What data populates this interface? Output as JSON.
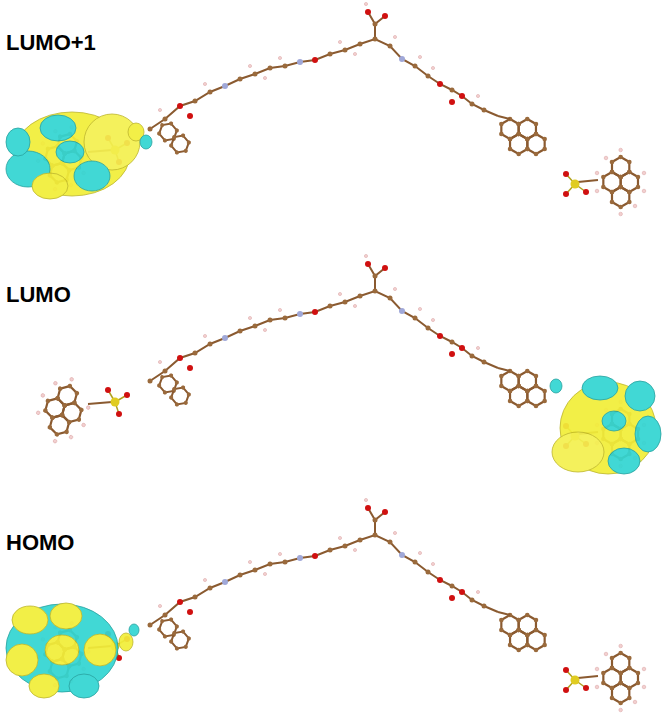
{
  "diagram": {
    "labels": [
      "LUMO+1",
      "LUMO",
      "HOMO"
    ]
  }
}
